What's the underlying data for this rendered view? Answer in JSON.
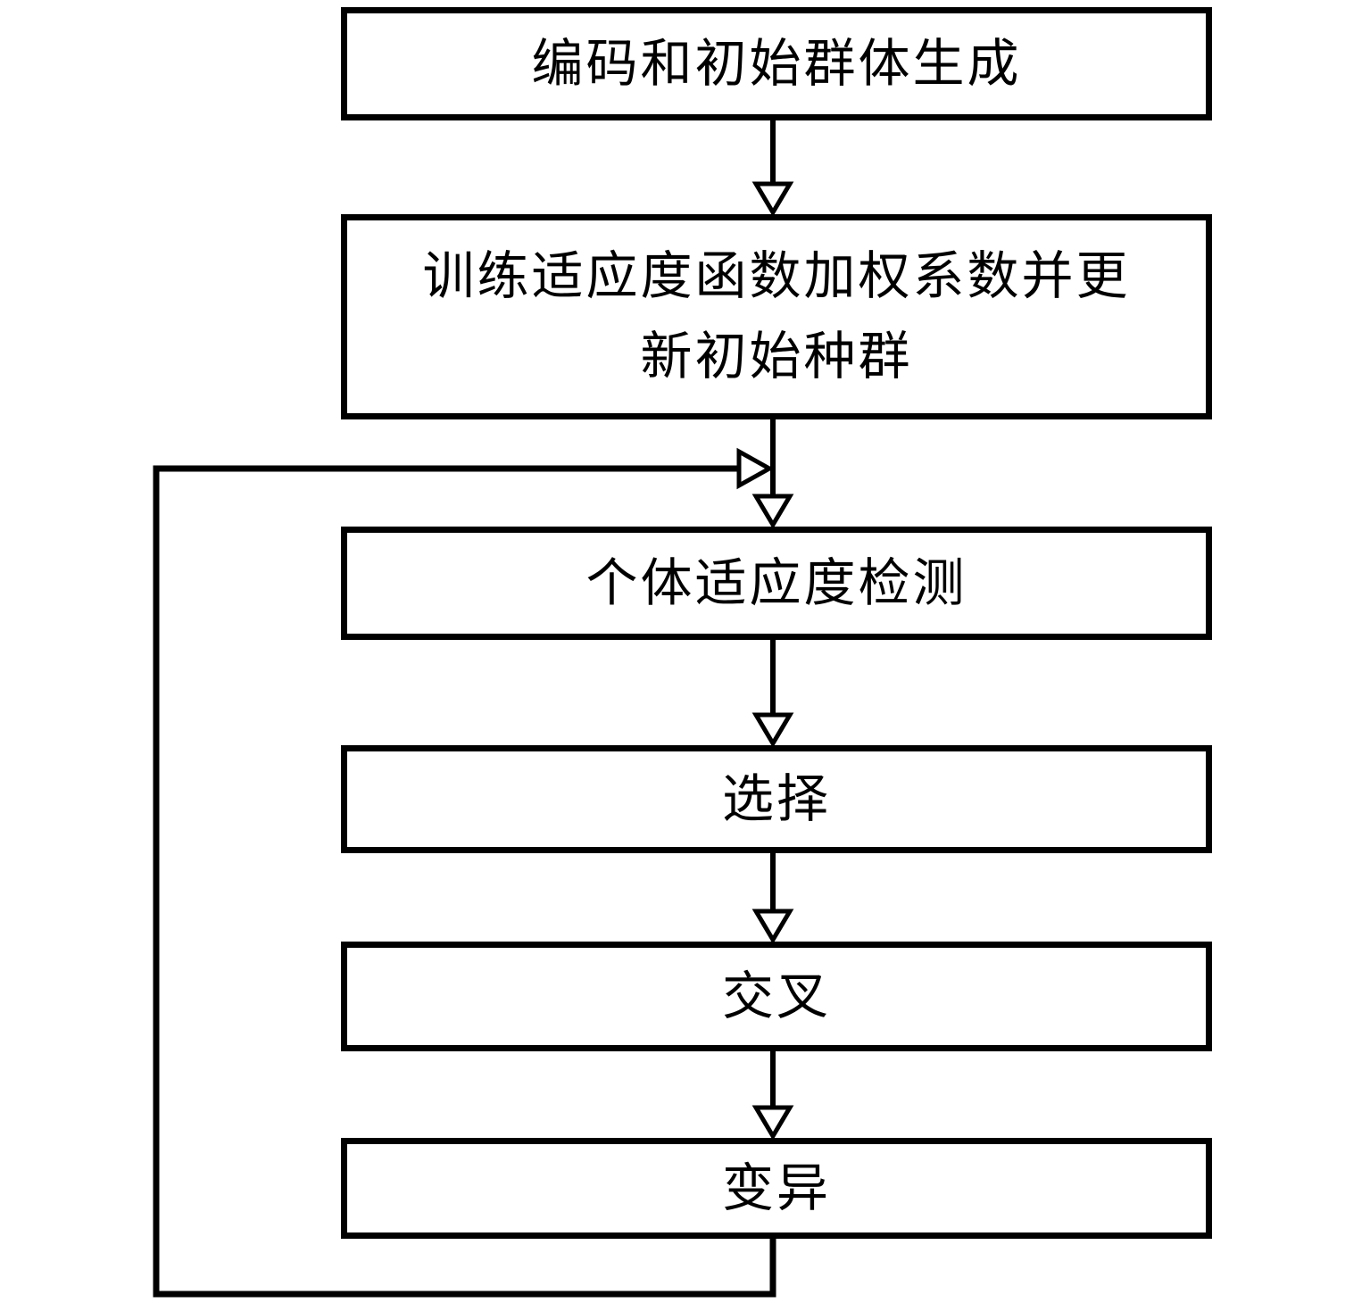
{
  "diagram": {
    "title": "genetic-algorithm-flowchart",
    "boxes": [
      {
        "id": "encode",
        "label": "编码和初始群体生成"
      },
      {
        "id": "train",
        "label": "训练适应度函数加权系数并更新初始种群",
        "lines": [
          "训练适应度函数加权系数并更",
          "新初始种群"
        ]
      },
      {
        "id": "detect",
        "label": "个体适应度检测"
      },
      {
        "id": "select",
        "label": "选择"
      },
      {
        "id": "crossover",
        "label": "交叉"
      },
      {
        "id": "mutate",
        "label": "变异"
      }
    ],
    "colors": {
      "line": "#000000",
      "box_border": "#000000",
      "box_fill": "#ffffff",
      "background": "#ffffff",
      "text": "#000000"
    }
  }
}
